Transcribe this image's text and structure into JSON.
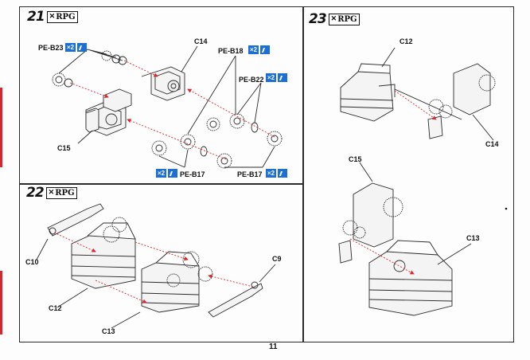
{
  "brand": "RPG",
  "page_number": "11",
  "steps": [
    {
      "number": "21",
      "labels": {
        "pe_b23": "PE-B23",
        "c14": "C14",
        "pe_b18": "PE-B18",
        "pe_b22": "PE-B22",
        "c15": "C15",
        "pe_b17_left": "PE-B17",
        "pe_b17_right": "PE-B17"
      },
      "quantities": {
        "pe_b23": "×2",
        "pe_b18": "×2",
        "pe_b22": "×2",
        "pe_b17_left": "×2",
        "pe_b17_right": "×2"
      }
    },
    {
      "number": "22",
      "labels": {
        "c10": "C10",
        "c9": "C9",
        "c12": "C12",
        "c13": "C13"
      }
    },
    {
      "number": "23",
      "labels": {
        "c12": "C12",
        "c14": "C14",
        "c15": "C15",
        "c13": "C13"
      }
    }
  ],
  "colors": {
    "accent_blue": "#1b6fd6",
    "arrow_red": "#d8262e",
    "line": "#2a2a2a"
  },
  "icons": [
    "brand-logo-icon",
    "tool-icon"
  ]
}
